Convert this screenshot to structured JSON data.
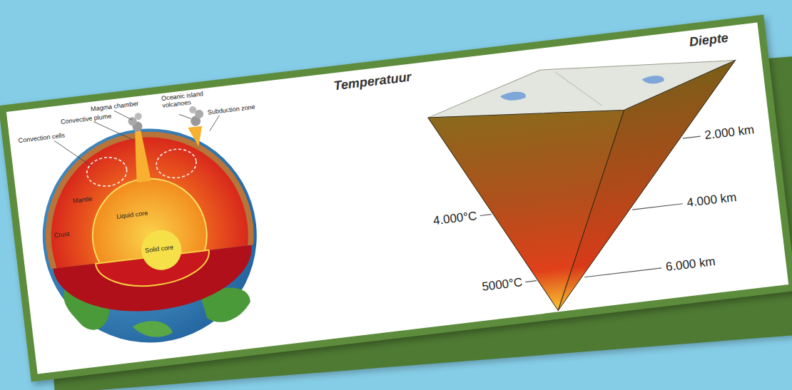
{
  "diagram": {
    "labels": [
      "Magma chamber",
      "Convective plume",
      "Oceanic island volcanoes",
      "Convection cells",
      "Subduction zone",
      "Crust",
      "Mantle",
      "Liquid core",
      "Solid core",
      "Temperatuur",
      "Diepte",
      "2.000 km",
      "4.000 km",
      "6.000 km",
      "4.000°C",
      "5000°C"
    ]
  }
}
